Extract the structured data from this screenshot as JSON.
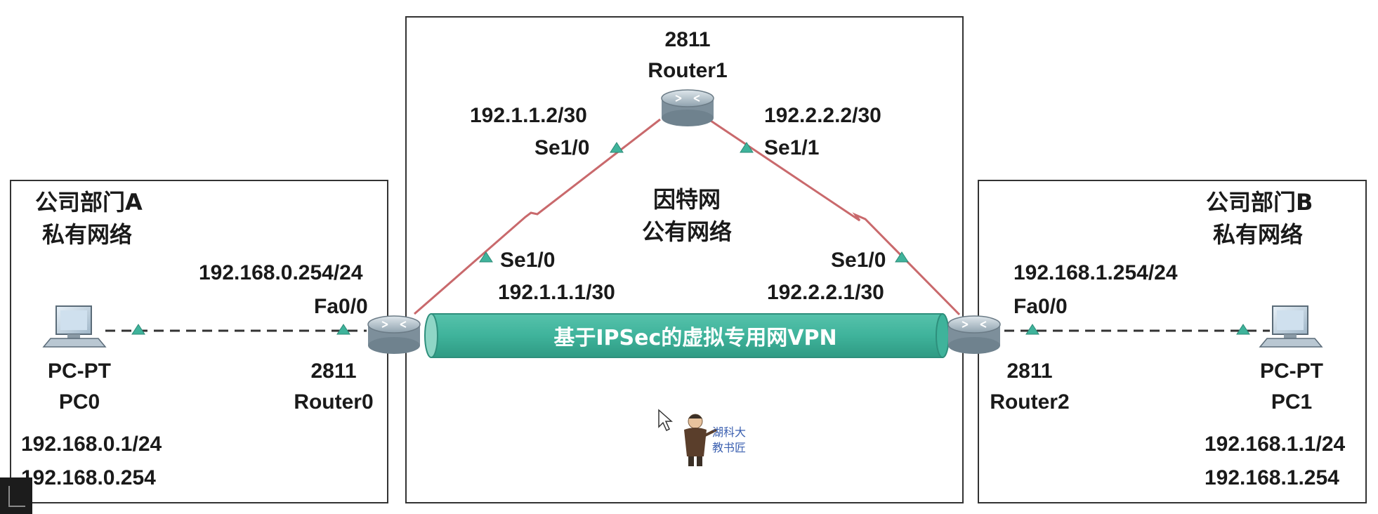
{
  "zones": {
    "left": {
      "title_line1": "公司部门A",
      "title_line2": "私有网络"
    },
    "center": {
      "title_line1": "因特网",
      "title_line2": "公有网络"
    },
    "right": {
      "title_line1": "公司部门B",
      "title_line2": "私有网络"
    }
  },
  "router1": {
    "model": "2811",
    "name": "Router1"
  },
  "router0": {
    "model": "2811",
    "name": "Router0",
    "lan_ip": "192.168.0.254/24",
    "lan_if": "Fa0/0"
  },
  "router2": {
    "model": "2811",
    "name": "Router2",
    "lan_ip": "192.168.1.254/24",
    "lan_if": "Fa0/0"
  },
  "pc0": {
    "type": "PC-PT",
    "name": "PC0",
    "ip": "192.168.0.1/24",
    "gateway": "192.168.0.254"
  },
  "pc1": {
    "type": "PC-PT",
    "name": "PC1",
    "ip": "192.168.1.1/24",
    "gateway": "192.168.1.254"
  },
  "links": {
    "r1_left": {
      "ip": "192.1.1.2/30",
      "if": "Se1/0"
    },
    "r1_right": {
      "ip": "192.2.2.2/30",
      "if": "Se1/1"
    },
    "r0_wan": {
      "ip": "192.1.1.1/30",
      "if": "Se1/0"
    },
    "r2_wan": {
      "ip": "192.2.2.1/30",
      "if": "Se1/0"
    }
  },
  "vpn": {
    "label": "基于IPSec的虚拟专用网VPN"
  },
  "logo": {
    "line1": "湖科大",
    "line2": "教书匠"
  },
  "colors": {
    "serial_link": "#c9696c",
    "ethernet_link": "#333333",
    "tunnel_fill": "#3fb39b",
    "tunnel_edge": "#2e8f7c",
    "port_marker": "#3fb39b",
    "zone_border": "#333333"
  }
}
